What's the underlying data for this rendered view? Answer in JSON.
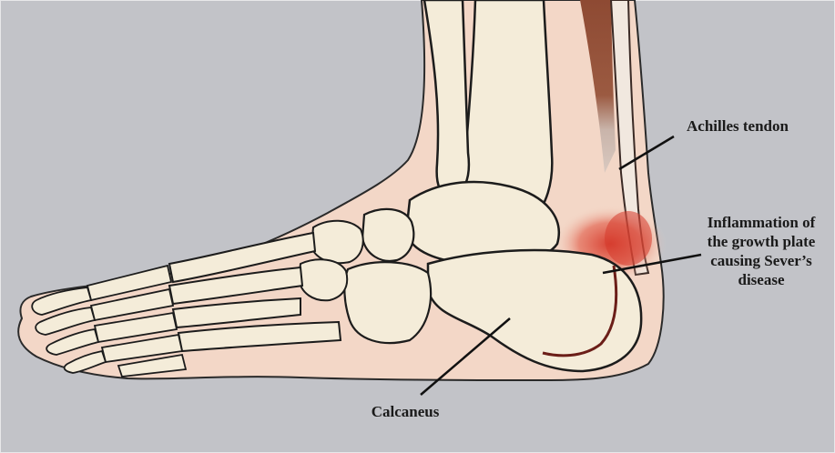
{
  "labels": {
    "achilles": "Achilles tendon",
    "inflammation": [
      "Inflammation of",
      "the growth plate",
      "causing Sever’s",
      "disease"
    ],
    "calcaneus": "Calcaneus"
  },
  "colors": {
    "background": "#c2c3c8",
    "skin": "#f3d7c7",
    "bone": "#f4ecd9",
    "outline": "#1c1c1c",
    "muscle": "#8e4a33",
    "tendon": "#f1e8df",
    "inflammation": "#d63a2c"
  }
}
